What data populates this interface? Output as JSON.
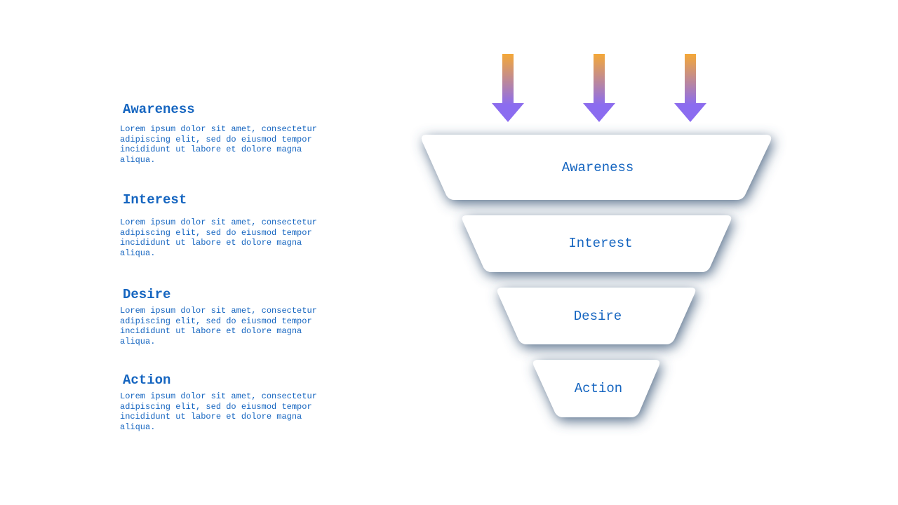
{
  "colors": {
    "text": "#1565c0",
    "arrow_top": "#f4a838",
    "arrow_bottom": "#8b6cf0",
    "shadow": "#4a6482"
  },
  "stages": [
    {
      "title": "Awareness",
      "description": "Lorem ipsum dolor sit amet, consectetur\nadipiscing elit, sed do eiusmod tempor\nincididunt ut labore et dolore magna\naliqua.",
      "funnel_label": "Awareness"
    },
    {
      "title": "Interest",
      "description": "Lorem ipsum dolor sit amet, consectetur\nadipiscing elit, sed do eiusmod tempor\nincididunt ut labore et dolore magna\naliqua.",
      "funnel_label": "Interest"
    },
    {
      "title": "Desire",
      "description": "Lorem ipsum dolor sit amet, consectetur\nadipiscing elit, sed do eiusmod tempor\nincididunt ut labore et dolore magna\naliqua.",
      "funnel_label": "Desire"
    },
    {
      "title": "Action",
      "description": "Lorem ipsum dolor sit amet, consectetur\nadipiscing elit, sed do eiusmod tempor\nincididunt ut labore et dolore magna\naliqua.",
      "funnel_label": "Action"
    }
  ]
}
